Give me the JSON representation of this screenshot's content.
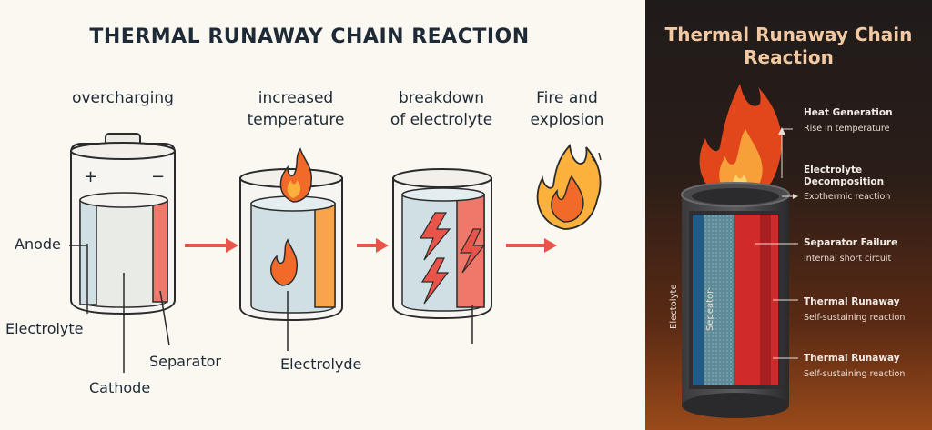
{
  "left": {
    "title": "THERMAL RUNAWAY CHAIN REACTION",
    "stages": [
      {
        "line1": "overcharging",
        "line2": ""
      },
      {
        "line1": "increased",
        "line2": "temperature"
      },
      {
        "line1": "breakdown",
        "line2": "of electrolyte"
      },
      {
        "line1": "Fire and",
        "line2": "explosion"
      }
    ],
    "labels": {
      "anode": "Anode",
      "electrolyte": "Electrolyte",
      "cathode": "Cathode",
      "separator": "Separator",
      "electrolyde": "Electrolyde",
      "plus": "+",
      "minus": "−"
    }
  },
  "right": {
    "title_line1": "Thermal Runaway Chain",
    "title_line2": "Reaction",
    "items": [
      {
        "heading": "Heat Generation",
        "sub": "Rise in temperature"
      },
      {
        "heading": "Electrolyte Decomposition",
        "sub": "Exothermic reaction"
      },
      {
        "heading": "Separator Failure",
        "sub": "Internal short circuit"
      },
      {
        "heading": "Thermal Runaway",
        "sub": "Self-sustaining reaction"
      },
      {
        "heading": "Thermal Runaway",
        "sub": "Self-sustaining reaction"
      }
    ],
    "vertical_labels": {
      "electrolyte": "Electolyte",
      "separator": "Sepeator·"
    }
  },
  "colors": {
    "arrow": "#e8544a",
    "flame_outer": "#f26a2a",
    "flame_inner": "#fbb13c",
    "separator": "#f0786a",
    "electrolyte": "#cfdfe4",
    "electrolyte_orange": "#f9a34a"
  }
}
